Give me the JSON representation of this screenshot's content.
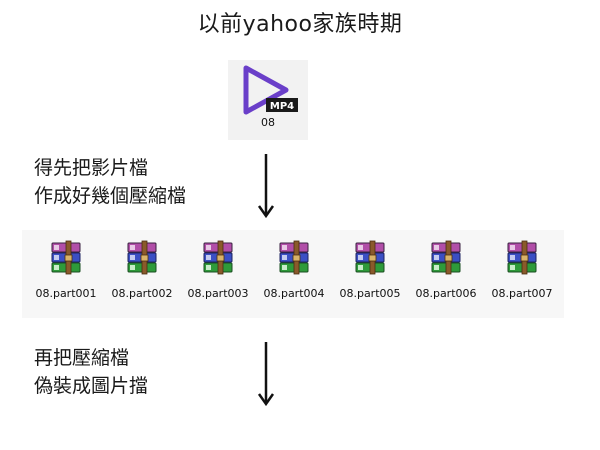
{
  "title": "以前yahoo家族時期",
  "source_file": {
    "badge": "MP4",
    "name": "08"
  },
  "steps": [
    {
      "lines": [
        "得先把影片檔",
        "作成好幾個壓縮檔"
      ]
    },
    {
      "lines": [
        "再把壓縮檔",
        "偽裝成圖片擋"
      ]
    }
  ],
  "archives": [
    "08.part001",
    "08.part002",
    "08.part003",
    "08.part004",
    "08.part005",
    "08.part006",
    "08.part007"
  ],
  "colors": {
    "play_icon": "#6a3fc9",
    "badge_bg": "#1a1a1a",
    "tile_bg": "#f2f2f2"
  }
}
